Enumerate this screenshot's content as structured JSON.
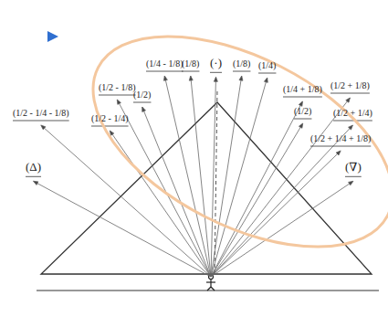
{
  "diagram": {
    "labels": [
      "(1/4 - 1/8)",
      "(1/8)",
      "(·)",
      "(1/8)",
      "(1/4)",
      "(1/2 - 1/8)",
      "(1/2)",
      "(1/2 - 1/4)",
      "(1/2 - 1/4 - 1/8)",
      "(Δ)",
      "(1/4 + 1/8)",
      "(1/2)",
      "(1/2 + 1/8)",
      "(1/2 + 1/4)",
      "(1/2 + 1/4 + 1/8)",
      "(∇)"
    ]
  }
}
